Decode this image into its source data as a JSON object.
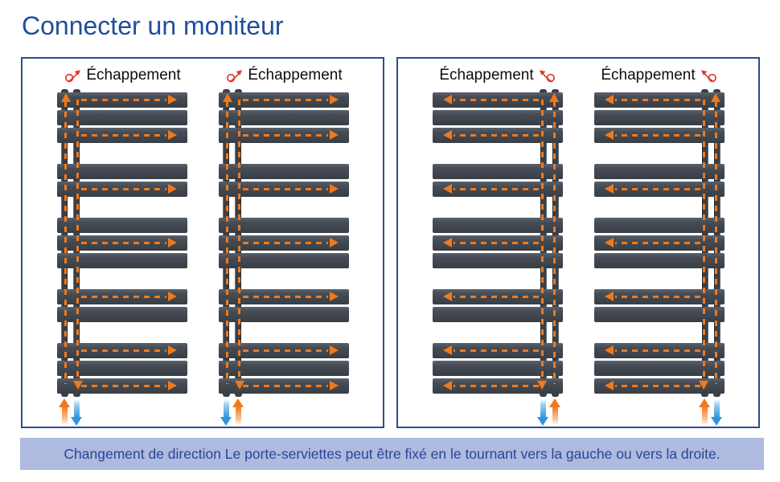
{
  "title": "Connecter un moniteur",
  "caption": "Changement de direction Le porte-serviettes peut être fixé en le tournant vers la gauche ou vers la droite.",
  "colors": {
    "bar": "#424951",
    "flow": "#F1791D",
    "cold": "#2E96DB",
    "icon_red": "#E2342B",
    "panel_border": "#2C4C96",
    "title": "#1F4E9E",
    "caption_bg": "#AEBBDE",
    "caption_text": "#27459B"
  },
  "flow_pattern": {
    "groups": [
      [
        true,
        false,
        true
      ],
      [
        false,
        true
      ],
      [
        false,
        true,
        false
      ],
      [
        true,
        false
      ],
      [
        true,
        false,
        true
      ]
    ]
  },
  "panels": [
    {
      "name": "towel-rail-left-oriented",
      "radiators": [
        {
          "label": "Échappement",
          "icon": "rotate-up-right-icon",
          "mirrored": false,
          "bottom_arrows": [
            "hot-up",
            "cold-down"
          ]
        },
        {
          "label": "Échappement",
          "icon": "rotate-up-right-icon",
          "mirrored": false,
          "bottom_arrows": [
            "cold-down",
            "hot-up"
          ]
        }
      ]
    },
    {
      "name": "towel-rail-right-oriented",
      "radiators": [
        {
          "label": "Échappement",
          "icon": "rotate-up-left-icon",
          "mirrored": true,
          "bottom_arrows": [
            "cold-down",
            "hot-up"
          ]
        },
        {
          "label": "Échappement",
          "icon": "rotate-up-left-icon",
          "mirrored": true,
          "bottom_arrows": [
            "hot-up",
            "cold-down"
          ]
        }
      ]
    }
  ]
}
